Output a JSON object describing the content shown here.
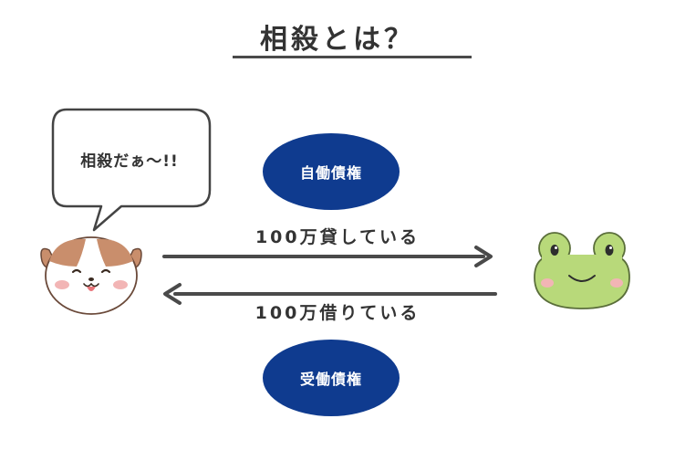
{
  "title": "相殺とは？",
  "speech_bubble": {
    "text": "相殺だぁ～!!"
  },
  "arrows": {
    "top_label": "100万貸している",
    "bottom_label": "100万借りている"
  },
  "ellipses": {
    "top_label": "自働債権",
    "bottom_label": "受働債権"
  },
  "colors": {
    "ellipse_fill": "#0f3b8f",
    "arrow": "#4a4a4a",
    "frog_body": "#b8d97a",
    "dog_ear": "#c98e6c",
    "cheek": "#f2b5b5"
  },
  "icons": {
    "left_character": "hamster-dog-character",
    "right_character": "frog-character"
  }
}
